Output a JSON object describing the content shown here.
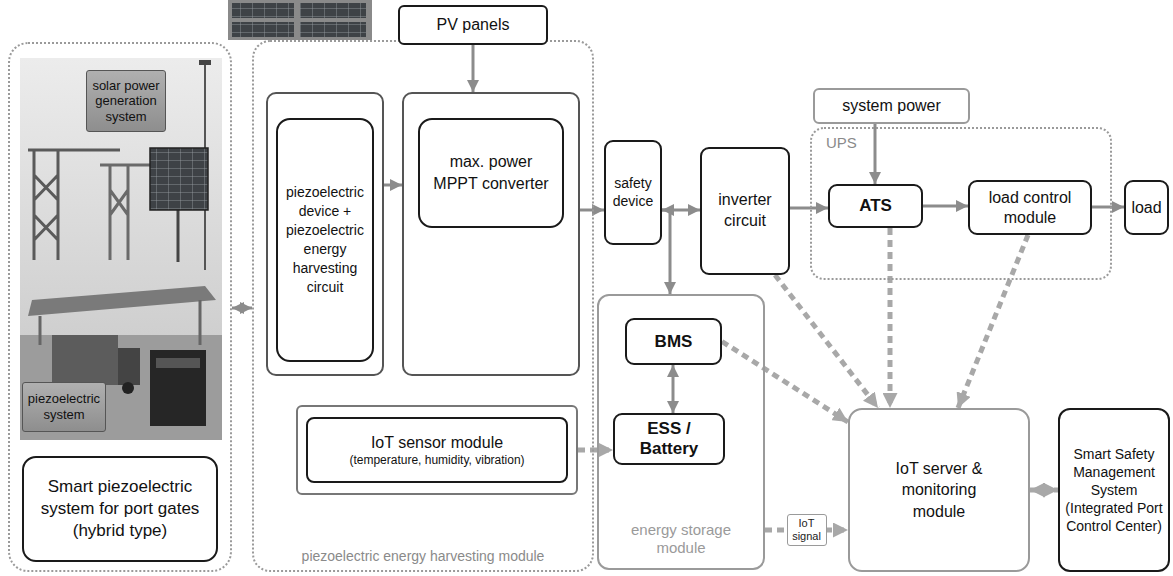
{
  "diagram": {
    "nodes": [
      {
        "text": [
          "Smart piezoelectric system for port gates (hybrid type)"
        ]
      },
      {
        "text": [
          "solar power generation system"
        ],
        "in": 0
      },
      {
        "text": [
          "piezoelectric system"
        ],
        "in": 0
      },
      {
        "text": [
          "piezoelectric energy harvesting module"
        ]
      },
      {
        "text": [
          "piezoelectric device + piezoelectric energy harvesting circuit"
        ],
        "in": 3
      },
      {
        "text": [
          "max. power MPPT converter"
        ],
        "in": 3
      },
      {
        "text": [
          "IoT sensor module",
          "(temperature, humidity, vibration)"
        ],
        "in": 3
      },
      {
        "text": [
          "PV panels"
        ]
      },
      {
        "text": [
          "safety device"
        ]
      },
      {
        "text": [
          "inverter circuit"
        ]
      },
      {
        "text": [
          "system power"
        ]
      },
      {
        "text": [
          "UPS"
        ]
      },
      {
        "text": [
          "ATS"
        ],
        "in": 11
      },
      {
        "text": [
          "load control module"
        ],
        "in": 11
      },
      {
        "text": [
          "load"
        ]
      },
      {
        "text": [
          "energy storage module"
        ]
      },
      {
        "text": [
          "BMS"
        ],
        "in": 15
      },
      {
        "text": [
          "ESS / Battery"
        ],
        "in": 15
      },
      {
        "text": [
          "IoT server & monitoring module"
        ]
      },
      {
        "text": [
          "Smart Safety Management System (Integrated Port Control Center)"
        ]
      }
    ],
    "edges": [
      {
        "from": 0,
        "to": 3,
        "arrow": "both"
      },
      {
        "from": 4,
        "to": 5,
        "arrow": "to"
      },
      {
        "from": 7,
        "to": 5,
        "arrow": "to"
      },
      {
        "from": 5,
        "to": 8,
        "arrow": "to"
      },
      {
        "from": 8,
        "to": 9,
        "arrow": "to"
      },
      {
        "from": 8,
        "to": 15,
        "arrow": "both"
      },
      {
        "from": 9,
        "to": 12,
        "arrow": "to"
      },
      {
        "from": 10,
        "to": 12,
        "arrow": "to"
      },
      {
        "from": 12,
        "to": 13,
        "arrow": "to"
      },
      {
        "from": 13,
        "to": 14,
        "arrow": "to"
      },
      {
        "from": 16,
        "to": 17,
        "arrow": "both"
      },
      {
        "from": 6,
        "to": 17,
        "arrow": "to"
      },
      {
        "from": 9,
        "to": 18,
        "arrow": "to"
      },
      {
        "from": 12,
        "to": 18,
        "arrow": "to"
      },
      {
        "from": 13,
        "to": 18,
        "arrow": "to"
      },
      {
        "from": 16,
        "to": 18,
        "arrow": "to"
      },
      {
        "from": 15,
        "to": 18,
        "label": "IoT signal",
        "arrow": "to"
      },
      {
        "from": 18,
        "to": 19,
        "arrow": "both"
      }
    ]
  }
}
